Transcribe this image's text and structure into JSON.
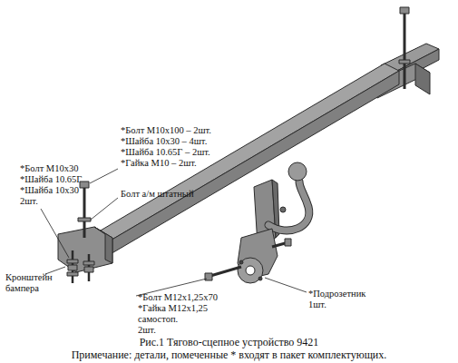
{
  "diagram": {
    "caption": "Рис.1 Тягово-сцепное устройство 9421",
    "labels": [
      "*Болт М10х100 – 2шт.",
      "*Шайба 10х30 – 4шт.",
      "*Шайба 10.65Г – 2шт.",
      "*Гайка М10 – 2шт.",
      "*Болт М10х30",
      "*Шайба 10.65Г",
      "*Шайба 10х30",
      "2шт.",
      "Болт а/м штатный",
      "Кронштейн бампера",
      "*Болт М12х1,25х70",
      "*Гайка М12х1,25",
      "самостоп.",
      "2шт.",
      "*Подрозетник",
      "1шт.",
      "Примечание: детали, помеченные * входят в пакет комплектующих."
    ]
  }
}
